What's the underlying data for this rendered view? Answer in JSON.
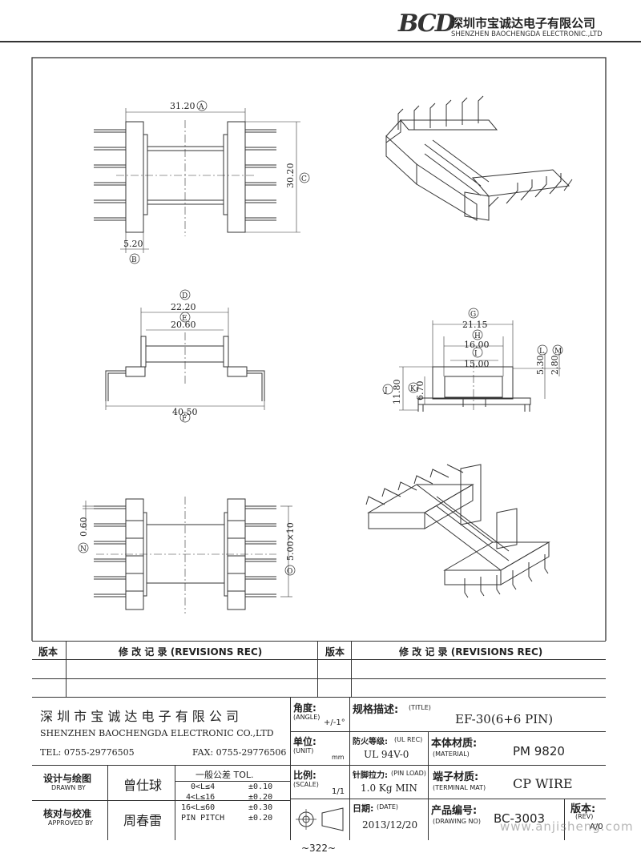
{
  "company": {
    "logo_text": "BCD",
    "name_cn": "深圳市宝诚达电子有限公司",
    "name_en": "SHENZHEN BAOCHENGDA ELECTRONIC.,LTD"
  },
  "dimensions": {
    "A": {
      "value": "31.20",
      "label": "A"
    },
    "B": {
      "value": "5.20",
      "label": "B"
    },
    "C": {
      "value": "30.20",
      "label": "C"
    },
    "D": {
      "value": "22.20",
      "label": "D"
    },
    "E": {
      "value": "20.60",
      "label": "E"
    },
    "F": {
      "value": "40.50",
      "label": "F"
    },
    "G": {
      "value": "21.15",
      "label": "G"
    },
    "H": {
      "value": "16.00",
      "label": "H"
    },
    "I": {
      "value": "15.00",
      "label": "I"
    },
    "J": {
      "value": "11.80",
      "label": "J"
    },
    "K": {
      "value": "6.70",
      "label": "K"
    },
    "L": {
      "value": "5.30",
      "label": "L"
    },
    "M": {
      "value": "2.80",
      "label": "M"
    },
    "N": {
      "value": "0.60",
      "label": "N"
    },
    "O": {
      "value": "5.00×10",
      "label": "O"
    }
  },
  "revisions": {
    "col1_label": "版本",
    "col1_title": "修 改 记 录  (REVISIONS REC)",
    "col2_label": "版本",
    "col2_title": "修 改 记 录  (REVISIONS REC)"
  },
  "title_block": {
    "company_cn": "深 圳 市 宝 诚 达 电 子 有 限 公 司",
    "company_en": "SHENZHEN BAOCHENGDA ELECTRONIC CO.,LTD",
    "tel": "TEL: 0755-29776505",
    "fax": "FAX: 0755-29776506",
    "angle_label": "角度:",
    "angle_en": "(ANGLE)",
    "angle_value": "+/-1°",
    "unit_label": "单位:",
    "unit_en": "(UNIT)",
    "unit_value": "mm",
    "scale_label": "比例:",
    "scale_en": "(SCALE)",
    "scale_value": "1/1",
    "title_label": "规格描述:",
    "title_en": "(TITLE)",
    "title_value": "EF-30(6+6 PIN)",
    "ul_label": "防火等级:",
    "ul_en": "(UL REC)",
    "ul_value": "UL 94V-0",
    "material_label": "本体材质:",
    "material_en": "(MATERIAL)",
    "material_value": "PM 9820",
    "pin_load_label": "针脚拉力:",
    "pin_load_en": "(PIN LOAD)",
    "pin_load_value": "1.0 Kg MIN",
    "terminal_label": "端子材质:",
    "terminal_en": "(TERMINAL MAT)",
    "terminal_value": "CP WIRE",
    "date_label": "日期:",
    "date_en": "(DATE)",
    "date_value": "2013/12/20",
    "drawing_no_label": "产品编号:",
    "drawing_no_en": "(DRAWING NO)",
    "drawing_no_value": "BC-3003",
    "rev_label": "版本:",
    "rev_en": "(REV)",
    "rev_value": "A/0",
    "drawn_label": "设计与绘图",
    "drawn_en": "DRAWN BY",
    "drawn_name": "曾仕球",
    "approved_label": "核对与校准",
    "approved_en": "APPROVED BY",
    "approved_name": "周春雷",
    "tol_title": "一般公差 TOL.",
    "tol_rows": [
      {
        "range": "0<L≤4",
        "tol": "±0.10"
      },
      {
        "range": "4<L≤16",
        "tol": "±0.20"
      },
      {
        "range": "16<L≤60",
        "tol": "±0.30"
      },
      {
        "range": "PIN PITCH",
        "tol": "±0.20"
      }
    ]
  },
  "watermark": "www.anjisheng.com",
  "page_number": "~322~"
}
